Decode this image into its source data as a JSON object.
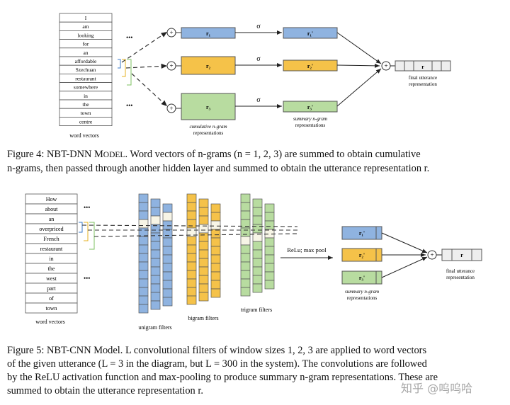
{
  "figure4": {
    "words": [
      "I",
      "am",
      "looking",
      "for",
      "an",
      "affordable",
      "Szechuan",
      "restaurant",
      "somewhere",
      "in",
      "the",
      "town",
      "centre"
    ],
    "word_vectors_label": "word vectors",
    "ellipsis": "•••",
    "plus": "+",
    "sigma": "σ",
    "r_labels": [
      "r₁",
      "r₂",
      "r₃"
    ],
    "r_prime_labels": [
      "r₁'",
      "r₂'",
      "r₃'"
    ],
    "r_final": "r",
    "cumulative_label": [
      "cumulative n-gram",
      "representations"
    ],
    "summary_label": [
      "summary n-gram",
      "representations"
    ],
    "final_label": [
      "final utterance",
      "representation"
    ],
    "colors": {
      "r1": "#8fb3e0",
      "r2": "#f5c249",
      "r3": "#b8dca0",
      "stroke": "#555555"
    }
  },
  "caption4": {
    "prefix": "Figure 4: NBT-DNN M",
    "smallcaps": "ODEL",
    "line1": ". Word vectors of n-grams (n = 1, 2, 3) are summed to obtain cumulative",
    "line2": "n-grams, then passed through another hidden layer and summed to obtain the utterance representation r."
  },
  "figure5": {
    "words": [
      "How",
      "about",
      "an",
      "overpriced",
      "French",
      "restaurant",
      "in",
      "the",
      "west",
      "part",
      "of",
      "town"
    ],
    "word_vectors_label": "word vectors",
    "ellipsis": "•••",
    "unigram_label": "unigram filters",
    "bigram_label": "bigram filters",
    "trigram_label": "trigram filters",
    "relu_label": "ReLu; max pool",
    "r_prime_labels": [
      "r₁'",
      "r₂'",
      "r₃'"
    ],
    "r_final": "r",
    "plus": "+",
    "summary_label": [
      "summary n-gram",
      "representations"
    ],
    "final_label": [
      "final utterance",
      "representation"
    ]
  },
  "caption5": {
    "lines": [
      "Figure 5: NBT-CNN Model. L convolutional filters of window sizes 1, 2, 3 are applied to word vectors",
      "of the given utterance (L = 3 in the diagram, but L = 300 in the system). The convolutions are followed",
      "by the ReLU activation function and max-pooling to produce summary n-gram representations. These are",
      "summed to obtain the utterance representation r."
    ]
  },
  "watermark": "知乎 @呜呜哈"
}
